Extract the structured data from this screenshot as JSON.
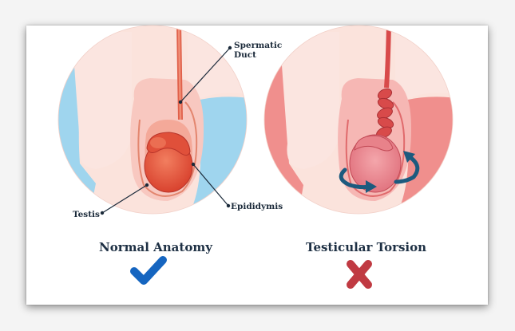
{
  "labels": {
    "spermatic_duct": "Spermatic\nDuct",
    "testis": "Testis",
    "epididymis": "Epididymis"
  },
  "panels": [
    {
      "title": "Normal Anatomy",
      "mark": "check-icon"
    },
    {
      "title": "Testicular Torsion",
      "mark": "cross-icon"
    }
  ],
  "colors": {
    "skin": "#f6d6cf",
    "blue_bg": "#9fd5ee",
    "red_bg": "#f29a98",
    "testis": "#e85a44",
    "check": "#1565c0",
    "cross": "#c03a42",
    "arrow": "#1d5a7e"
  }
}
